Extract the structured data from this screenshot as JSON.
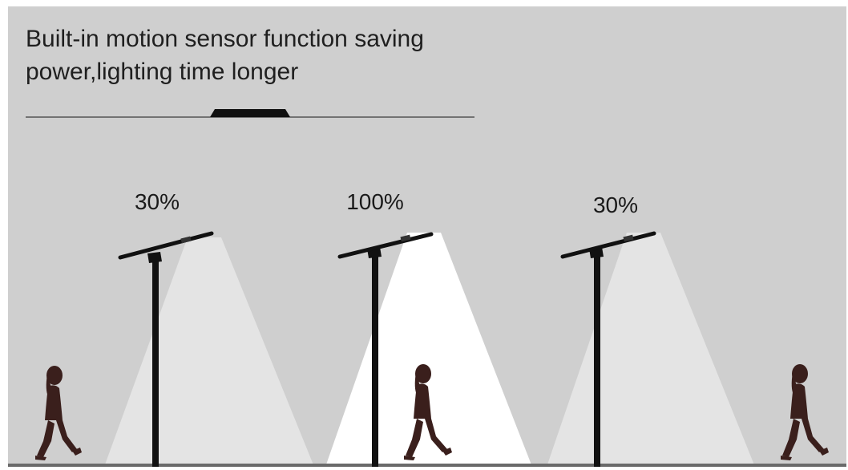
{
  "heading": {
    "line1": "Built-in motion sensor function saving",
    "line2": "power,lighting time longer"
  },
  "lamps": [
    {
      "brightness_label": "30%",
      "brightness": 0.3
    },
    {
      "brightness_label": "100%",
      "brightness": 1.0
    },
    {
      "brightness_label": "30%",
      "brightness": 0.3
    }
  ],
  "colors": {
    "background": "#cfcfcf",
    "beam_dim": "#e4e4e4",
    "beam_bright": "#ffffff",
    "pole": "#111111",
    "figure": "#3a1f1c",
    "ground": "#6a6a6a"
  }
}
